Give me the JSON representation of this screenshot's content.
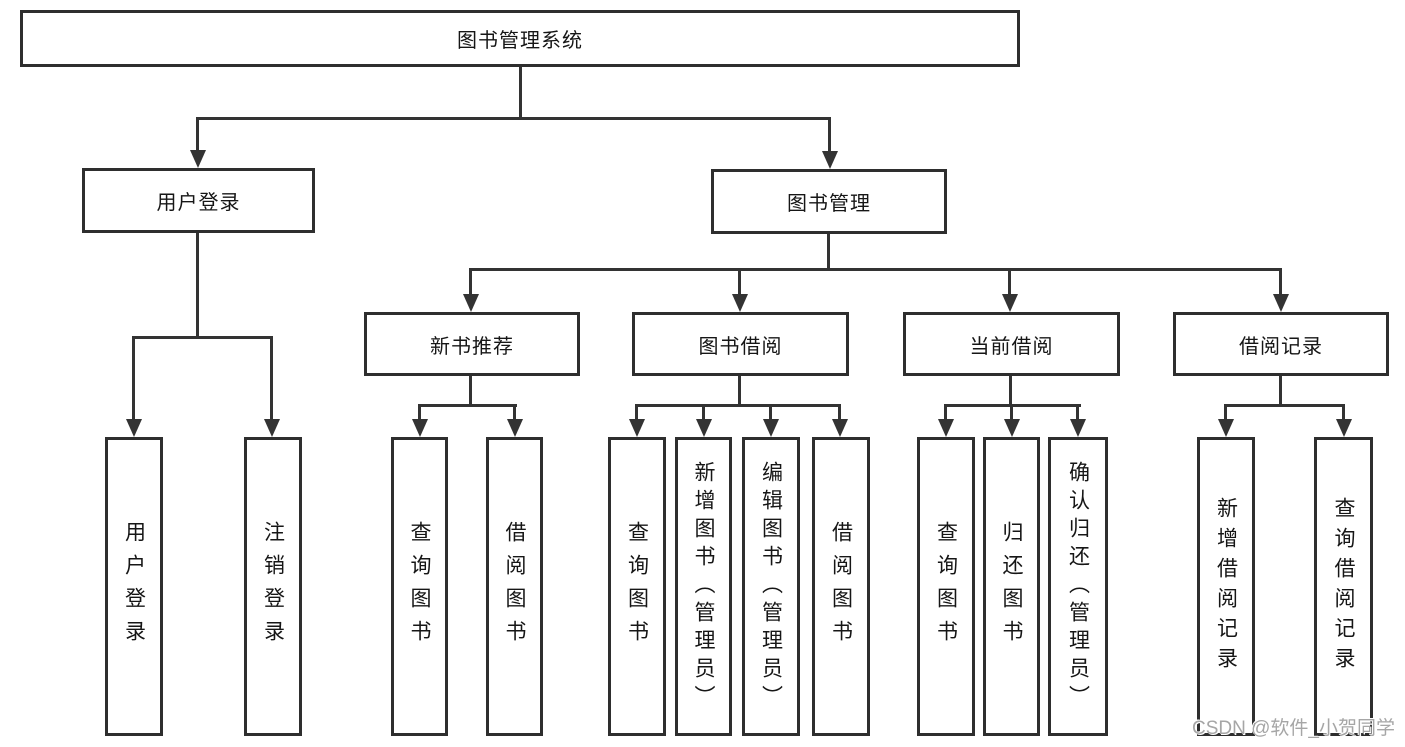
{
  "nodes": {
    "root": "图书管理系统",
    "level2": {
      "user_login": "用户登录",
      "book_management": "图书管理"
    },
    "level3": [
      "新书推荐",
      "图书借阅",
      "当前借阅",
      "借阅记录"
    ],
    "leaves": {
      "user": [
        "用户登录",
        "注销登录"
      ],
      "recommend": [
        "查询图书",
        "借阅图书"
      ],
      "borrow": [
        "查询图书",
        "新增图书（管理员）",
        "编辑图书（管理员）",
        "借阅图书"
      ],
      "current": [
        "查询图书",
        "归还图书",
        "确认归还（管理员）"
      ],
      "records": [
        "新增借阅记录",
        "查询借阅记录"
      ]
    }
  },
  "watermark": "CSDN @软件_小贺同学",
  "colors": {
    "line": "#333333",
    "box_border": "#2e2e2e",
    "text": "#161616",
    "background": "#ffffff",
    "watermark": "#a6a6a6"
  }
}
